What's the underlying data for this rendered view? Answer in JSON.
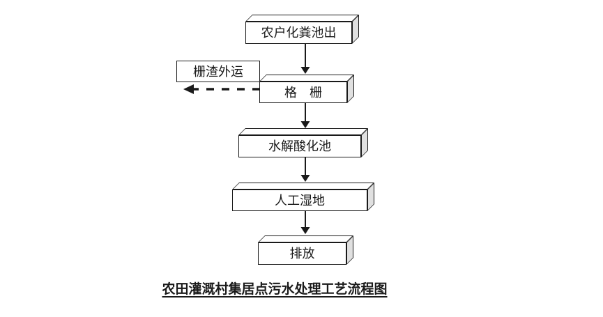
{
  "diagram": {
    "title": "农田灌溉村集居点污水处理工艺流程图",
    "nodes": [
      {
        "label": "农户化粪池出"
      },
      {
        "label": "格　栅"
      },
      {
        "label": "水解酸化池"
      },
      {
        "label": "人工湿地"
      },
      {
        "label": "排放"
      }
    ],
    "branch": {
      "label": "栅渣外运"
    },
    "colors": {
      "line": "#1a1a1a",
      "box_face": "#ffffff",
      "box_side": "#e0e0e0",
      "background": "#ffffff"
    }
  }
}
